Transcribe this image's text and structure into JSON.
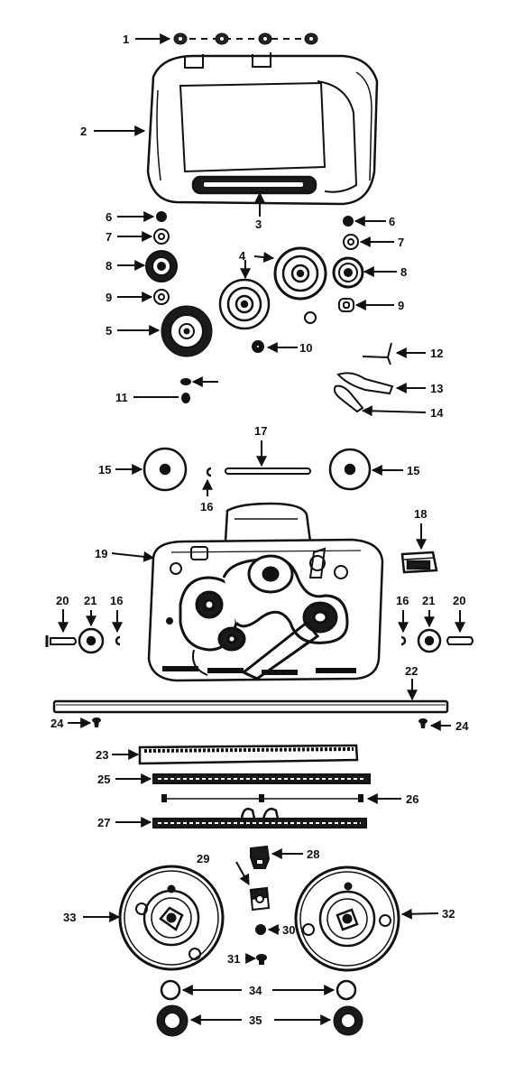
{
  "diagram": {
    "labels": [
      "1",
      "2",
      "3",
      "4",
      "5",
      "6",
      "6",
      "7",
      "7",
      "8",
      "8",
      "9",
      "9",
      "10",
      "11",
      "12",
      "13",
      "14",
      "15",
      "15",
      "16",
      "16",
      "16",
      "17",
      "18",
      "19",
      "20",
      "20",
      "21",
      "21",
      "22",
      "23",
      "24",
      "24",
      "25",
      "26",
      "27",
      "28",
      "29",
      "30",
      "31",
      "32",
      "33",
      "34",
      "35"
    ]
  },
  "colors": {
    "ink": "#111111",
    "paper": "#ffffff",
    "dark": "#1a1a1a"
  }
}
